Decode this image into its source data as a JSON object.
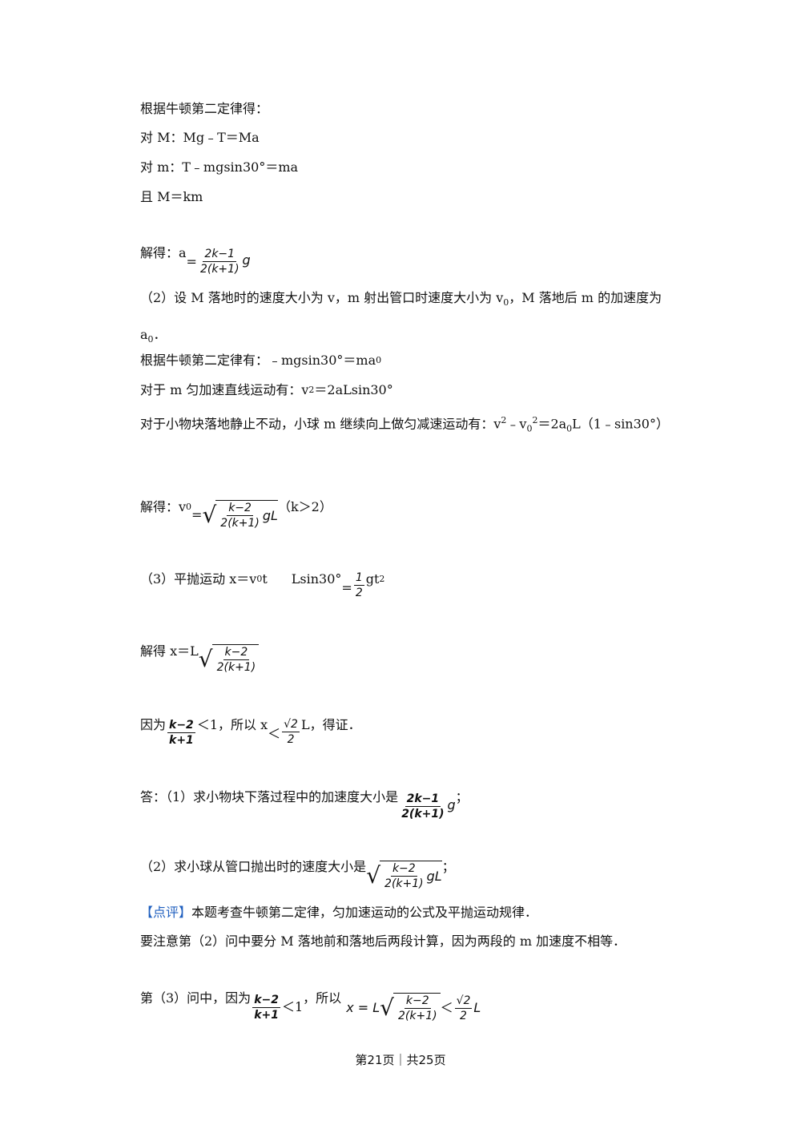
{
  "lines": {
    "l1": "根据牛顿第二定律得：",
    "l2": "对 M：Mg﹣T＝Ma",
    "l3": "对 m：T﹣mgsin30°＝ma",
    "l4": "且 M＝km",
    "l5_prefix": "解得：a",
    "frac_a_num": "2k−1",
    "frac_a_den": "2(k+1)",
    "g": "g",
    "l6": "（2）设 M 落地时的速度大小为 v，m 射出管口时速度大小为 v",
    "l6b": "，M 落地后 m 的加速度为 a",
    "l6c": "．",
    "sub0": "0",
    "l7": "根据牛顿第二定律有：﹣mgsin30°＝ma",
    "l8a": "对于 m 匀加速直线运动有：v",
    "l8b": "＝2aLsin30°",
    "sup2": "2",
    "l9a": "对于小物块落地静止不动，小球 m 继续向上做匀减速运动有：v",
    "l9b": "﹣v",
    "l9c": "＝2a",
    "l9d": "L（1﹣sin30°）",
    "l10_prefix": "解得：v",
    "frac_v_num": "k−2",
    "frac_v_den": "2(k+1)",
    "gL": "gL",
    "l10_suffix": "（k＞2）",
    "l11a": "（3）平抛运动 x＝v",
    "l11b": "t",
    "l11c": "Lsin30°",
    "eq": "=",
    "frac_half_num": "1",
    "frac_half_den": "2",
    "l11d": "gt",
    "l12_prefix": "解得 x＝L",
    "l13_prefix": "因为",
    "frac_r_num": "k−2",
    "frac_r_den": "k+1",
    "l13_mid": "＜1，所以 x",
    "lt": "＜",
    "sqrt2": "√2",
    "l13_L": "L，得证．",
    "ans1_prefix": "答：（1）求小物块下落过程中的加速度大小是",
    "semi": "；",
    "ans2_prefix": "（2）求小球从管口抛出时的速度大小是",
    "comment_tag": "【点评】",
    "comment_text": "本题考查牛顿第二定律，匀加速运动的公式及平抛运动规律．",
    "note1": "要注意第（2）问中要分 M 落地前和落地后两段计算，因为两段的 m 加速度不相等．",
    "note2_prefix": "第（3）问中，因为",
    "note2_lt1": "＜1",
    "note2_mid": "，所以",
    "x_eq_L": "x = L",
    "L": "L"
  },
  "footer": "第21页｜共25页"
}
